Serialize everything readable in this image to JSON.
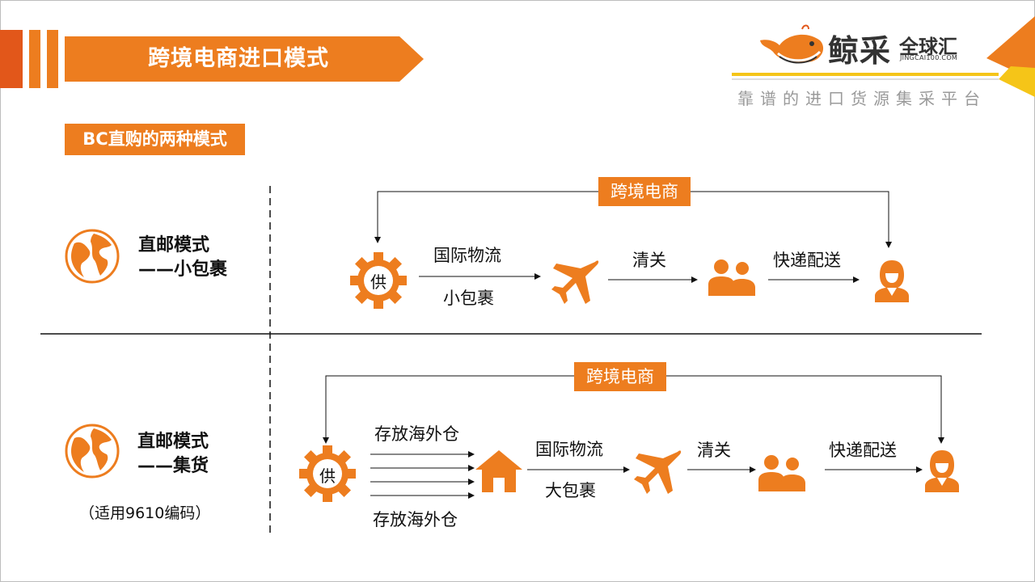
{
  "header": {
    "title": "跨境电商进口模式",
    "logo_name": "鲸采",
    "logo_name2": "全球汇",
    "logo_domain": "JINGCAI100.COM",
    "slogan": "靠谱的进口货源集采平台"
  },
  "section_title": "BC直购的两种模式",
  "colors": {
    "accent": "#ed7d1f",
    "accent_dark": "#e2571a",
    "stripe_gold": "#f5c518"
  },
  "modes": [
    {
      "label_line1": "直邮模式",
      "label_line2": "——小包裹",
      "top_tag": "跨境电商",
      "supplier_char": "供",
      "edge1_top": "国际物流",
      "edge1_bottom": "小包裹",
      "edge2": "清关",
      "edge3": "快递配送"
    },
    {
      "label_line1": "直邮模式",
      "label_line2": "——集货",
      "note": "（适用9610编码）",
      "top_tag": "跨境电商",
      "supplier_char": "供",
      "store_top": "存放海外仓",
      "store_bottom": "存放海外仓",
      "edge1_top": "国际物流",
      "edge1_bottom": "大包裹",
      "edge2": "清关",
      "edge3": "快递配送"
    }
  ]
}
